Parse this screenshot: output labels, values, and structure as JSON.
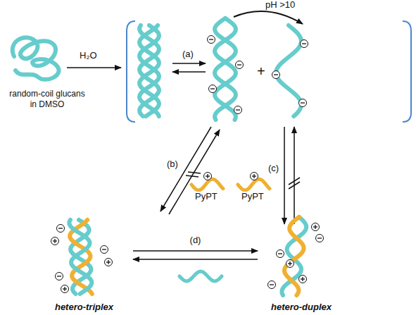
{
  "diagram": {
    "nodes": [
      {
        "text": [
          "random-coil glucans in DMSO"
        ]
      },
      {
        "text": [
          "hetero-triplex"
        ]
      },
      {
        "text": [
          "hetero-duplex"
        ]
      }
    ],
    "edges": [
      {
        "from": 1,
        "to": 2,
        "arrow": "both",
        "label": "(d)"
      }
    ],
    "labels": [
      "H₂O",
      "pH >10",
      "(a)",
      "(b)",
      "(c)",
      "PyPT",
      "PyPT",
      "+"
    ]
  }
}
